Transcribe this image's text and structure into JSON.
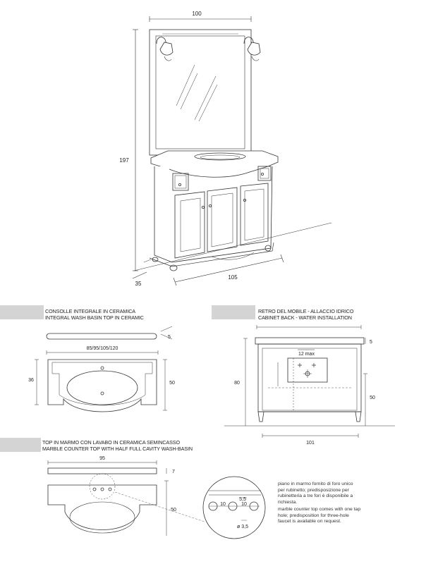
{
  "main_view": {
    "dim_width_top": "100",
    "dim_height": "197",
    "dim_depth": "35",
    "dim_width_base": "105"
  },
  "section1": {
    "caption_it": "CONSOLLE INTEGRALE IN CERAMICA",
    "caption_en": "INTEGRAL WASH BASIN TOP IN CERAMIC",
    "dim_thickness": "5",
    "dim_widths": "85/95/105/120",
    "dim_depth_left": "36",
    "dim_depth_right": "50"
  },
  "section2": {
    "caption_it": "RETRO DEL MOBILE - ALLACCIO IDRICO",
    "caption_en": "CABINET BACK - WATER INSTALLATION",
    "dim_top": "5",
    "dim_hole": "12 max",
    "dim_height": "80",
    "dim_right": "50",
    "dim_width": "101"
  },
  "section3": {
    "caption_it": "TOP IN MARMO CON LAVABO IN CERAMICA SEMINCASSO",
    "caption_en": "MARBLE COUNTER TOP WITH HALF FULL CAVITY WASH-BASIN",
    "dim_width": "95",
    "dim_thickness": "7",
    "dim_depth": "50",
    "detail_10a": "10",
    "detail_10b": "10",
    "detail_55": "5,5",
    "detail_hole": "ø 3,5",
    "note_it": "piano in marmo fornito di foro unico per rubinetto; predisposizione per rubinetteria a tre fori è disponibile a richiesta.",
    "note_en": "marble counter top comes with one tap hole; predisposition for three-hole faucet is available on request."
  }
}
